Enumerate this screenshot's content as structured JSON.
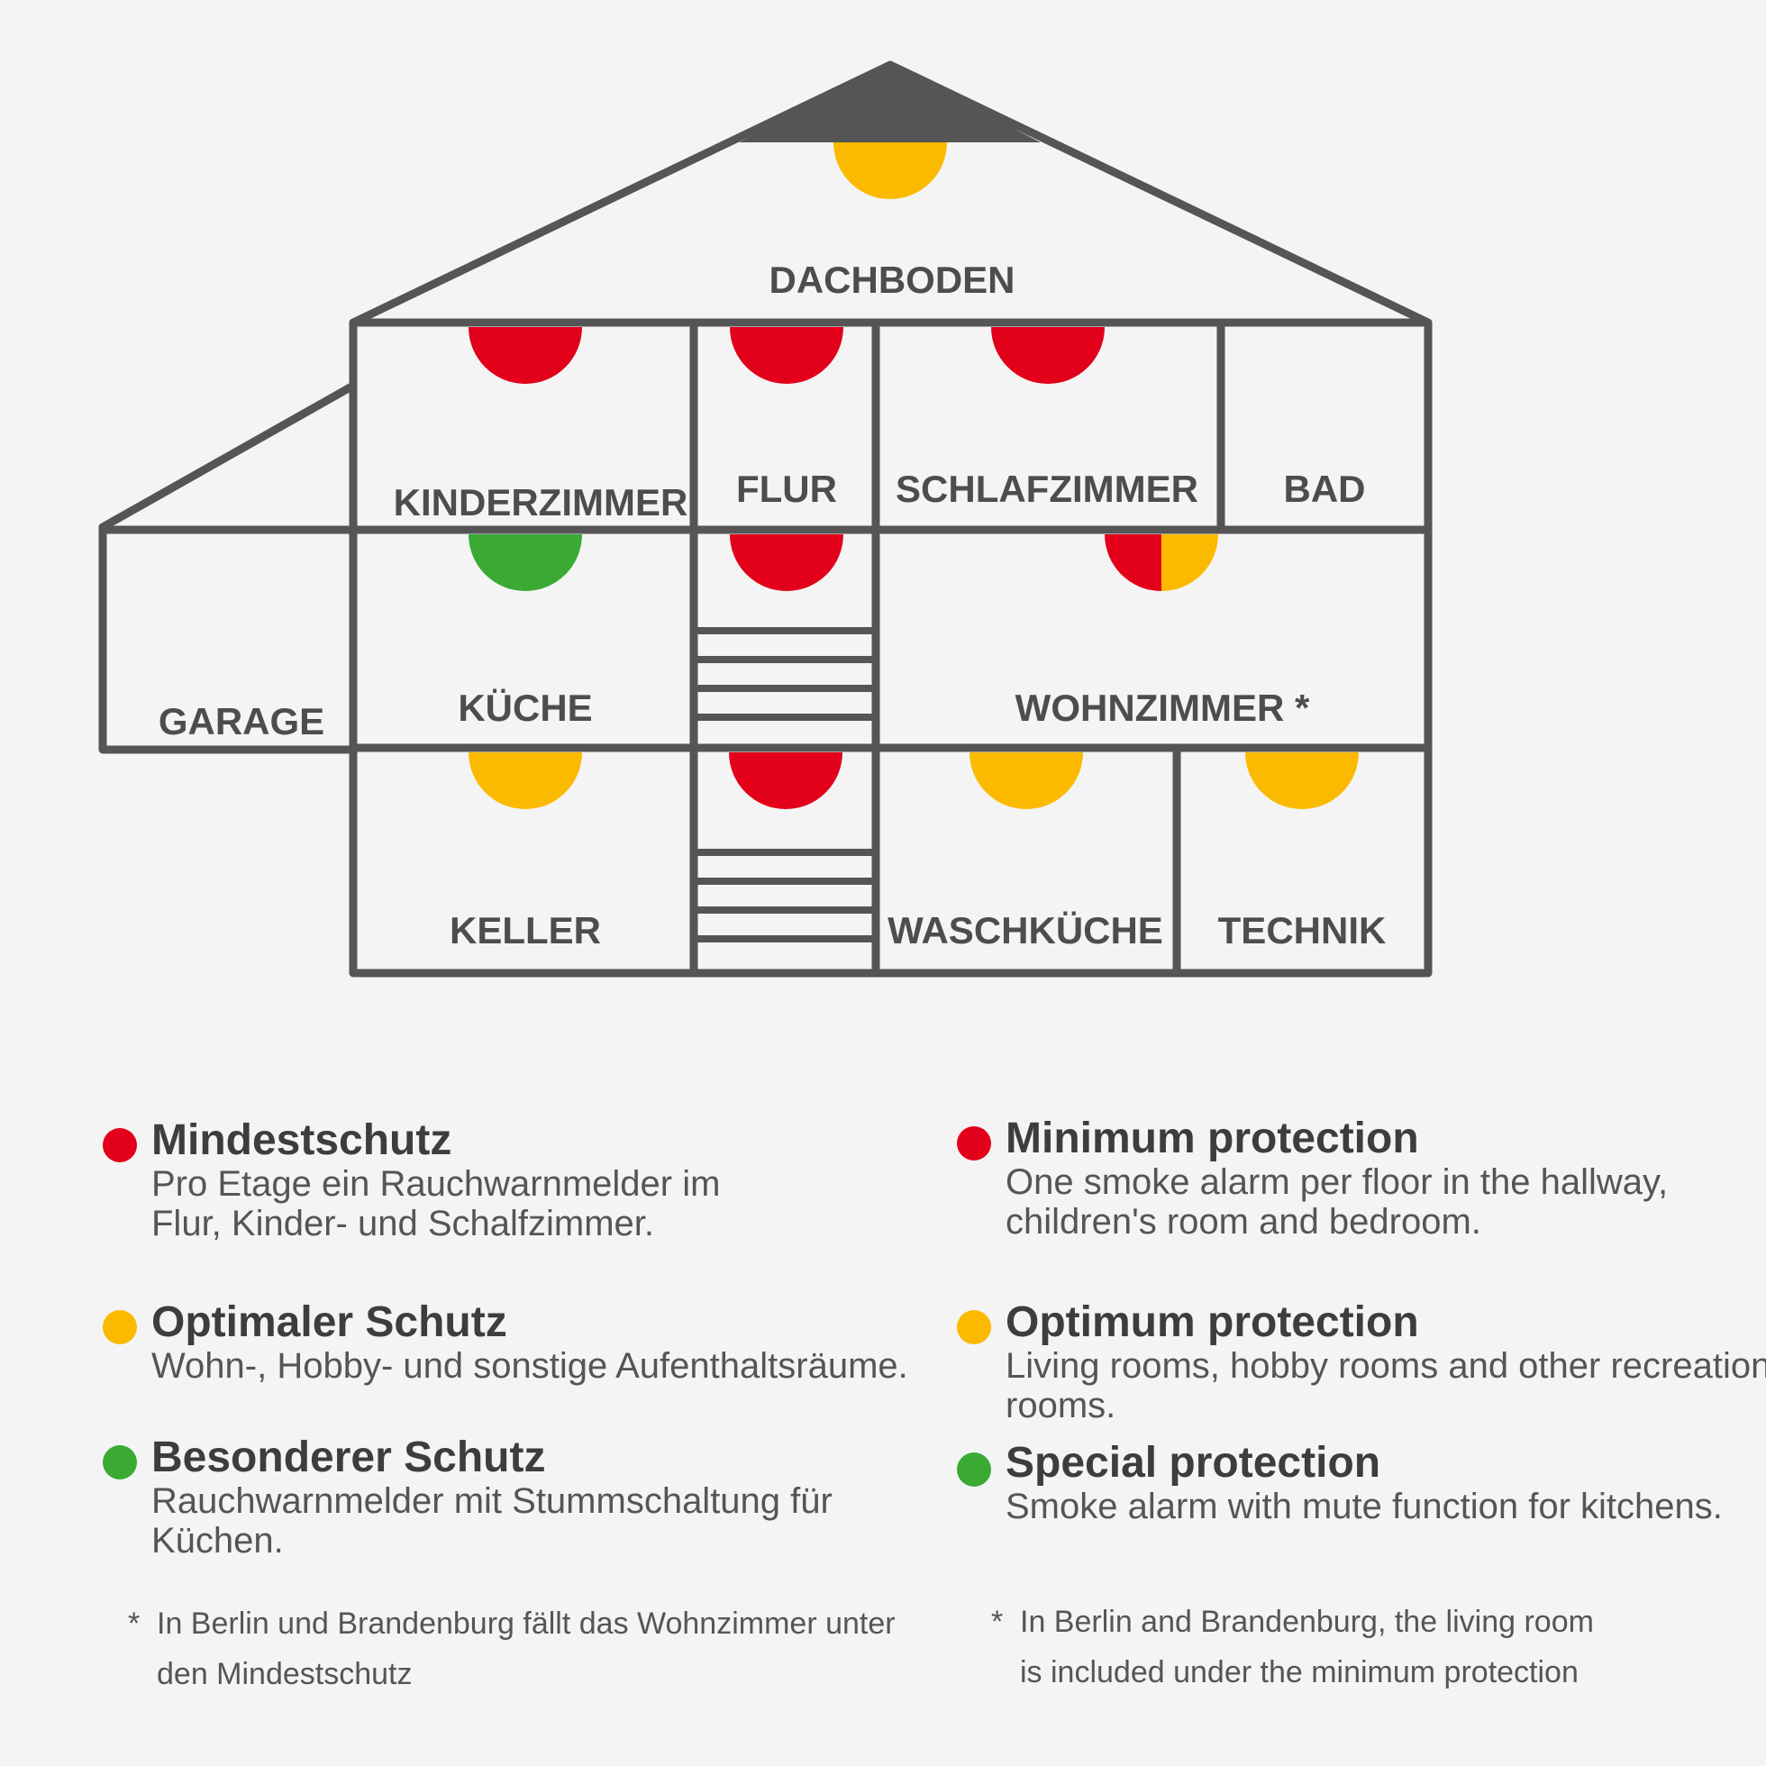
{
  "colors": {
    "outline": "#555555",
    "roof": "#555555",
    "red": "#e2001a",
    "yellow": "#fbba00",
    "green": "#3aaa35",
    "background": "#f4f4f4"
  },
  "rooms": {
    "dachboden": "DACHBODEN",
    "kinderzimmer": "KINDERZIMMER",
    "flur": "FLUR",
    "schlafzimmer": "SCHLAFZIMMER",
    "bad": "BAD",
    "garage": "GARAGE",
    "kueche": "KÜCHE",
    "wohnzimmer": "WOHNZIMMER *",
    "keller": "KELLER",
    "waschkueche": "WASCHKÜCHE",
    "technik": "TECHNIK"
  },
  "legend_de": {
    "minimum": {
      "title": "Mindestschutz",
      "line1": "Pro Etage ein Rauchwarnmelder im",
      "line2": "Flur, Kinder- und Schalfzimmer."
    },
    "optimum": {
      "title": "Optimaler Schutz",
      "line1": "Wohn-, Hobby- und sonstige Aufenthaltsräume."
    },
    "special": {
      "title": "Besonderer Schutz",
      "line1": "Rauchwarnmelder mit Stummschaltung für",
      "line2": "Küchen."
    },
    "footnote": {
      "star": "*",
      "line1": "In Berlin und Brandenburg fällt das Wohnzimmer unter",
      "line2": "den Mindestschutz"
    }
  },
  "legend_en": {
    "minimum": {
      "title": "Minimum protection",
      "line1": "One smoke alarm per floor in the hallway,",
      "line2": "children's room and bedroom."
    },
    "optimum": {
      "title": "Optimum protection",
      "line1": "Living rooms, hobby rooms and other recreation",
      "line2": "rooms."
    },
    "special": {
      "title": "Special protection",
      "line1": "Smoke alarm with mute function for kitchens."
    },
    "footnote": {
      "star": "*",
      "line1": "In Berlin and Brandenburg, the living room",
      "line2": "is included under the minimum protection"
    }
  }
}
